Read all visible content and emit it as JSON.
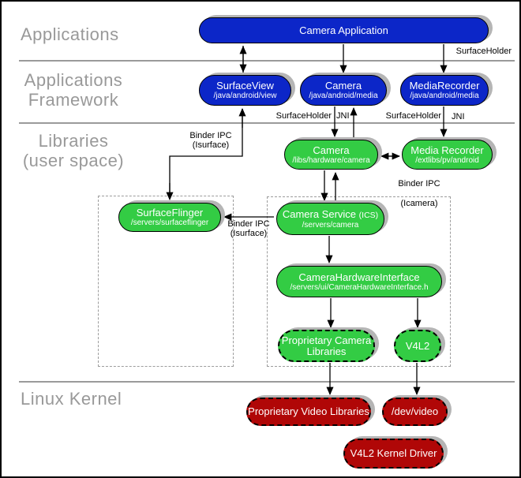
{
  "layers": {
    "applications": {
      "label": "Applications"
    },
    "framework": {
      "line1": "Applications",
      "line2": "Framework"
    },
    "libraries": {
      "line1": "Libraries",
      "line2": "(user space)"
    },
    "kernel": {
      "label": "Linux Kernel"
    }
  },
  "boxes": {
    "camera_app": {
      "title": "Camera Application"
    },
    "surface_view": {
      "title": "SurfaceView",
      "path": "/java/android/view"
    },
    "camera_java": {
      "title": "Camera",
      "path": "/java/android/media"
    },
    "media_recorder_java": {
      "title": "MediaRecorder",
      "path": "/java/android/media"
    },
    "camera_lib": {
      "title": "Camera",
      "path": "/libs/hardware/camera"
    },
    "media_recorder_lib": {
      "title": "Media Recorder",
      "path": "/extlibs/pv/android"
    },
    "surface_flinger": {
      "title": "SurfaceFlinger",
      "path": "/servers/surfaceflinger"
    },
    "camera_service": {
      "title": "Camera Service",
      "title_suffix": "(ICS)",
      "path": "/servers/camera"
    },
    "camera_hardware_interface": {
      "title": "CameraHardwareInterface",
      "path": "/servers/ui/CameraHardwareInterface.h"
    },
    "proprietary_camera_libraries": {
      "title": "Proprietary Camera Libraries"
    },
    "v4l2": {
      "title": "V4L2"
    },
    "proprietary_video_libraries": {
      "title": "Proprietary Video Libraries"
    },
    "dev_video": {
      "title": "/dev/video"
    },
    "v4l2_kernel_driver": {
      "title": "V4L2 Kernel Driver"
    }
  },
  "labels": {
    "surface_holder_top": "SurfaceHolder",
    "surface_holder_camera": "SurfaceHolder",
    "jni_camera": "JNI",
    "surface_holder_media_recorder": "SurfaceHolder",
    "jni_media_recorder": "JNI",
    "binder_ipc_surfaceview_line1": "Binder IPC",
    "binder_ipc_surfaceview_line2": "(Isurface)",
    "binder_ipc_surfaceflinger_line1": "Binder IPC",
    "binder_ipc_surfaceflinger_line2": "(Isurface)",
    "binder_ipc_icamera_line1": "Binder IPC",
    "binder_ipc_icamera_line2": "(Icamera)"
  },
  "colors": {
    "framework_box_blue": "#0c26c8",
    "library_box_green": "#33cc44",
    "kernel_box_red": "#b00707",
    "layer_label_grey": "#999999",
    "shadow_grey": "#b5b5b5"
  }
}
